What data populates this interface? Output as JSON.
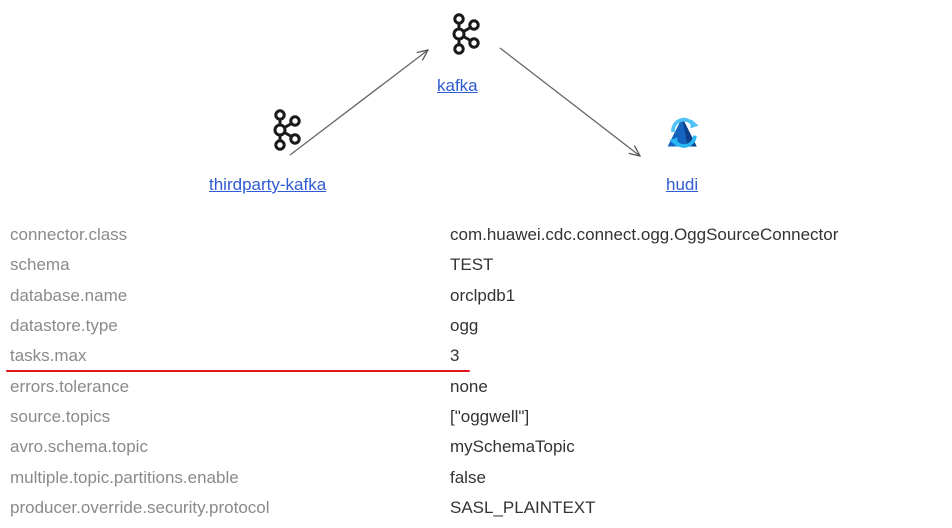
{
  "lineage": {
    "nodes": [
      {
        "id": "thirdparty-kafka",
        "label": "thirdparty-kafka",
        "icon": "kafka-logo-icon"
      },
      {
        "id": "kafka",
        "label": "kafka",
        "icon": "kafka-logo-icon"
      },
      {
        "id": "hudi",
        "label": "hudi",
        "icon": "hudi-logo-icon"
      }
    ],
    "edges": [
      {
        "from": "thirdparty-kafka",
        "to": "kafka"
      },
      {
        "from": "kafka",
        "to": "hudi"
      }
    ]
  },
  "properties": [
    {
      "key": "connector.class",
      "value": "com.huawei.cdc.connect.ogg.OggSourceConnector"
    },
    {
      "key": "schema",
      "value": "TEST"
    },
    {
      "key": "database.name",
      "value": "orclpdb1"
    },
    {
      "key": "datastore.type",
      "value": "ogg"
    },
    {
      "key": "tasks.max",
      "value": "3",
      "highlighted": true
    },
    {
      "key": "errors.tolerance",
      "value": "none"
    },
    {
      "key": "source.topics",
      "value": "[\"oggwell\"]"
    },
    {
      "key": "avro.schema.topic",
      "value": "mySchemaTopic"
    },
    {
      "key": "multiple.topic.partitions.enable",
      "value": "false"
    },
    {
      "key": "producer.override.security.protocol",
      "value": "SASL_PLAINTEXT"
    }
  ],
  "colors": {
    "link": "#2f5bd3",
    "key_text": "#8a8a8a",
    "value_text": "#333333",
    "highlight": "#e0161c",
    "hudi_blue": "#1e88e5"
  }
}
